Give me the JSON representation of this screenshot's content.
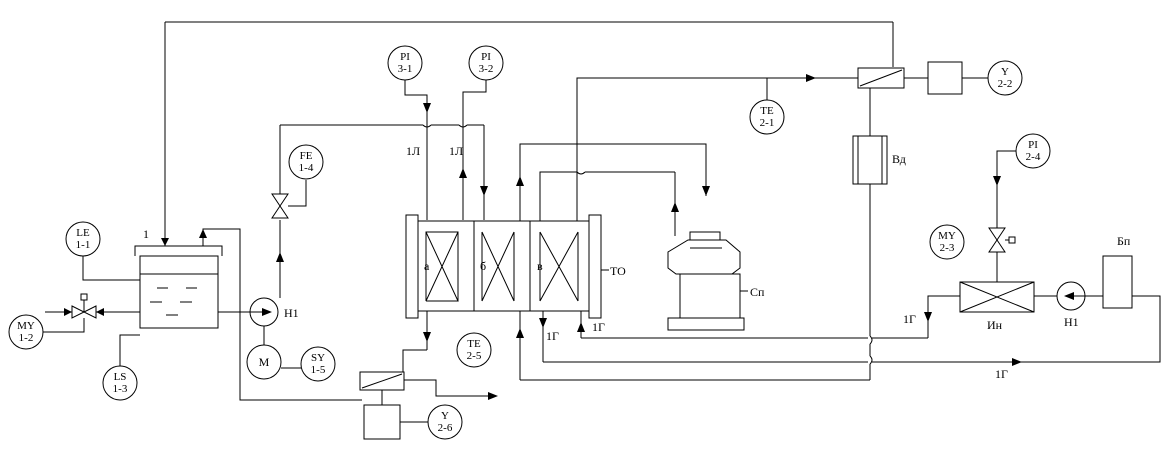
{
  "instruments": {
    "le_1_1": {
      "line1": "LE",
      "line2": "1-1"
    },
    "my_1_2": {
      "line1": "MY",
      "line2": "1-2"
    },
    "ls_1_3": {
      "line1": "LS",
      "line2": "1-3"
    },
    "fe_1_4": {
      "line1": "FE",
      "line2": "1-4"
    },
    "sy_1_5": {
      "line1": "SY",
      "line2": "1-5"
    },
    "pi_3_1": {
      "line1": "PI",
      "line2": "3-1"
    },
    "pi_3_2": {
      "line1": "PI",
      "line2": "3-2"
    },
    "te_2_1": {
      "line1": "TE",
      "line2": "2-1"
    },
    "y_2_2": {
      "line1": "Y",
      "line2": "2-2"
    },
    "te_2_5": {
      "line1": "TE",
      "line2": "2-5"
    },
    "y_2_6": {
      "line1": "Y",
      "line2": "2-6"
    },
    "pi_2_4": {
      "line1": "PI",
      "line2": "2-4"
    },
    "my_2_3": {
      "line1": "MY",
      "line2": "2-3"
    }
  },
  "motor": "M",
  "labels": {
    "tank_number": "1",
    "pump_h1_left": "Н1",
    "pump_h1_right": "Н1",
    "line_1l_a": "1Л",
    "line_1l_b": "1Л",
    "line_1g_a": "1Г",
    "line_1g_b": "1Г",
    "line_1g_c": "1Г",
    "line_1g_d": "1Г",
    "section_a": "а",
    "section_b": "б",
    "section_v": "в",
    "heat_exchanger": "ТО",
    "separator": "Сп",
    "vd": "Вд",
    "in": "Ин",
    "bp": "Бп"
  }
}
